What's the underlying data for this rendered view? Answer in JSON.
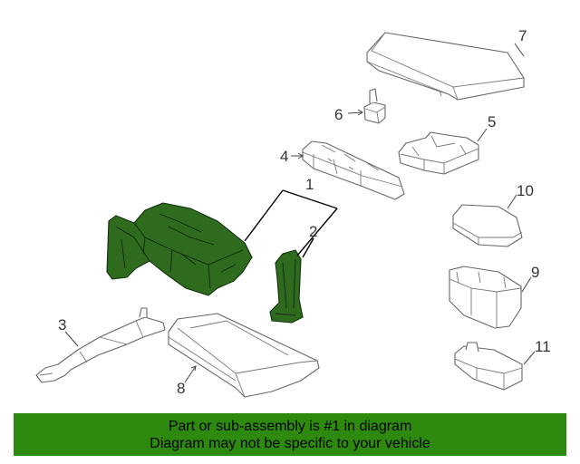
{
  "callouts": [
    "1",
    "2",
    "3",
    "4",
    "5",
    "6",
    "7",
    "8",
    "9",
    "10",
    "11"
  ],
  "highlight_color": "#2e6b1f",
  "banner": {
    "background": "#2d8a0f",
    "line1": "Part or sub-assembly is #1 in diagram",
    "line2": "Diagram may not be specific to your vehicle"
  }
}
